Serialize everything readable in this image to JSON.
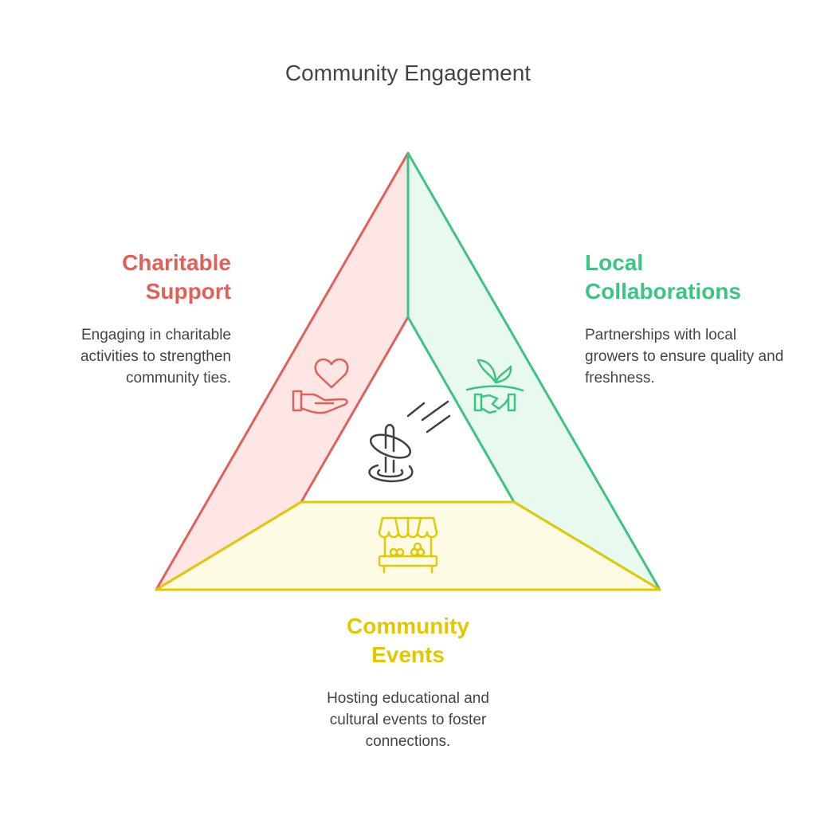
{
  "title": "Community Engagement",
  "colors": {
    "red": "#e0605a",
    "red_fill": "#fde6e4",
    "green": "#3cc482",
    "green_fill": "#e8f9f0",
    "yellow": "#e2c800",
    "yellow_fill": "#fefbe5",
    "icon": "#404040"
  },
  "sections": [
    {
      "heading_line1": "Charitable",
      "heading_line2": "Support",
      "description": "Engaging in charitable activities to strengthen community ties.",
      "icon": "heart-hand-icon"
    },
    {
      "heading_line1": "Local",
      "heading_line2": "Collaborations",
      "description": "Partnerships with local growers to ensure quality and freshness.",
      "icon": "handshake-plant-icon"
    },
    {
      "heading_line1": "Community",
      "heading_line2": "Events",
      "description": "Hosting educational and cultural events to foster connections.",
      "icon": "market-stall-icon"
    }
  ],
  "center_icon": "ring-toss-icon"
}
